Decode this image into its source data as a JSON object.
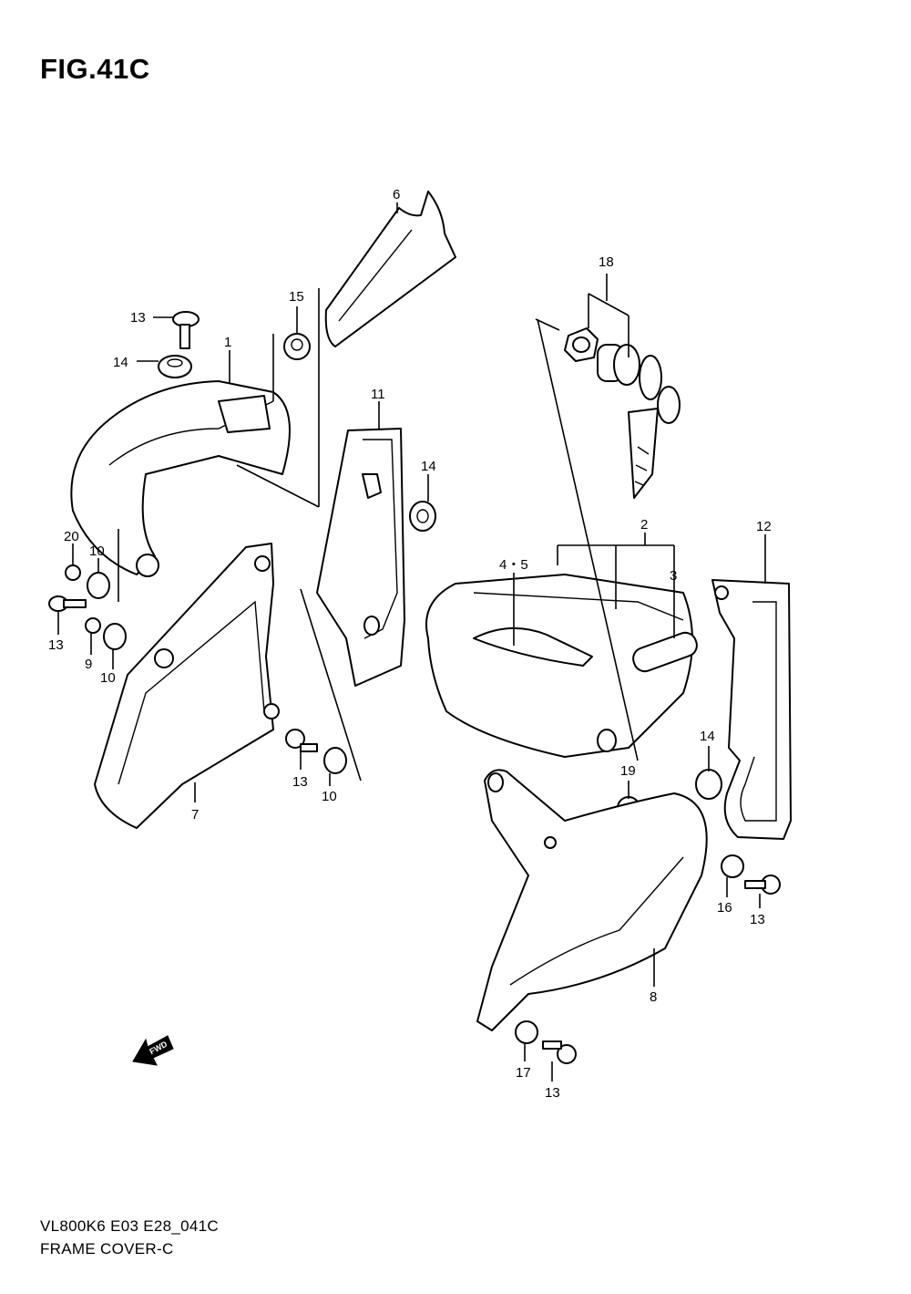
{
  "figure": {
    "title": "FIG.41C",
    "code": "VL800K6 E03 E28_041C",
    "name": "FRAME COVER-C"
  },
  "callouts": [
    {
      "id": "c6",
      "text": "6"
    },
    {
      "id": "c18",
      "text": "18"
    },
    {
      "id": "c15",
      "text": "15"
    },
    {
      "id": "c13a",
      "text": "13"
    },
    {
      "id": "c14a",
      "text": "14"
    },
    {
      "id": "c1",
      "text": "1"
    },
    {
      "id": "c11",
      "text": "11"
    },
    {
      "id": "c14b",
      "text": "14"
    },
    {
      "id": "c2",
      "text": "2"
    },
    {
      "id": "c12",
      "text": "12"
    },
    {
      "id": "c45",
      "text": "4・5"
    },
    {
      "id": "c3",
      "text": "3"
    },
    {
      "id": "c20",
      "text": "20"
    },
    {
      "id": "c10a",
      "text": "10"
    },
    {
      "id": "c13b",
      "text": "13"
    },
    {
      "id": "c9",
      "text": "9"
    },
    {
      "id": "c10b",
      "text": "10"
    },
    {
      "id": "c14c",
      "text": "14"
    },
    {
      "id": "c19",
      "text": "19"
    },
    {
      "id": "c13c",
      "text": "13"
    },
    {
      "id": "c10c",
      "text": "10"
    },
    {
      "id": "c7",
      "text": "7"
    },
    {
      "id": "c16",
      "text": "16"
    },
    {
      "id": "c13d",
      "text": "13"
    },
    {
      "id": "c8",
      "text": "8"
    },
    {
      "id": "c17",
      "text": "17"
    },
    {
      "id": "c13e",
      "text": "13"
    }
  ],
  "direction_marker": {
    "label": "FWD",
    "icon": "forward-arrow-icon"
  }
}
